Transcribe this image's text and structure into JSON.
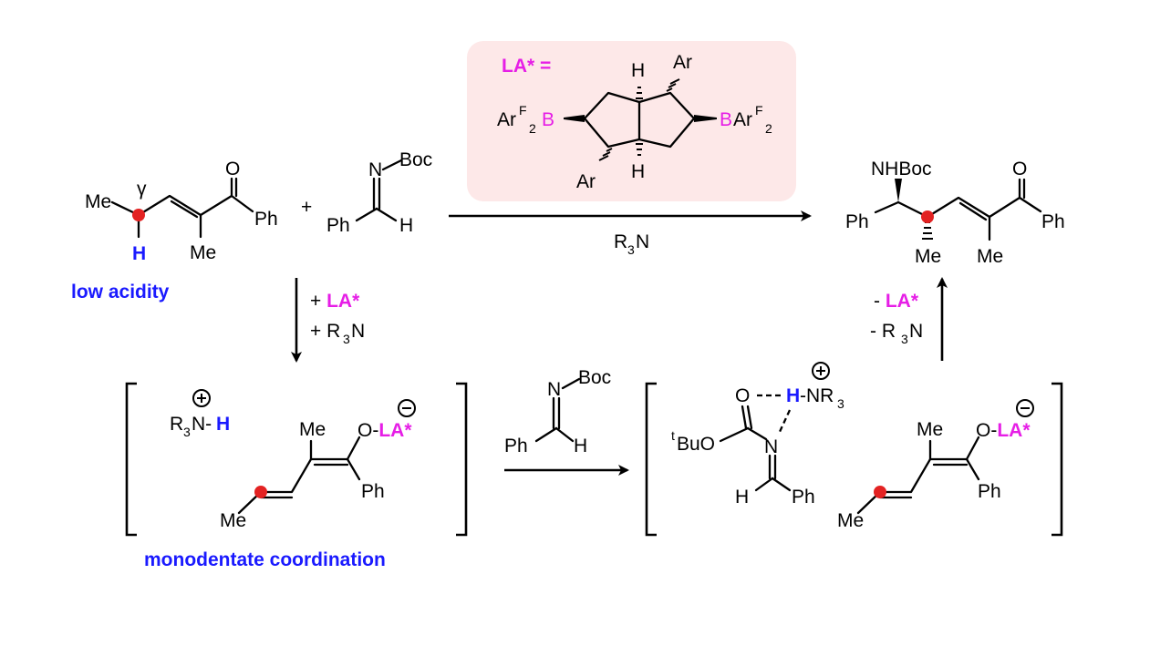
{
  "colors": {
    "blue": "#1a1aff",
    "magenta": "#e61ee6",
    "box_bg": "#fde8e8",
    "radical_dot": "#e32222"
  },
  "catalyst_box": {
    "label": "LA* =",
    "ar": "Ar",
    "h": "H",
    "b": "B",
    "ar_f": "Ar",
    "f": "F",
    "two": "2"
  },
  "substrate": {
    "me": "Me",
    "gamma": "γ",
    "h": "H",
    "o": "O",
    "ph": "Ph",
    "me2": "Me",
    "note": "low acidity"
  },
  "imine": {
    "n": "N",
    "boc": "Boc",
    "ph": "Ph",
    "h": "H",
    "plus": "+"
  },
  "main_reagent": {
    "r": "R",
    "three": "3",
    "n": "N"
  },
  "product": {
    "nhboc": "NHBoc",
    "o": "O",
    "ph_left": "Ph",
    "ph_right": "Ph",
    "me1": "Me",
    "me2": "Me"
  },
  "step_down": {
    "plus": "+ ",
    "la": "LA*",
    "r3n_prefix": "+ R",
    "three": "3",
    "n": "N"
  },
  "step_up": {
    "minus": "- ",
    "la": "LA*",
    "r3n_prefix": "- R",
    "three": "3",
    "n": "N"
  },
  "intermediate1": {
    "ammonium_r": "R",
    "three": "3",
    "ammonium_n": "N-",
    "h": "H",
    "me": "Me",
    "o": "O-",
    "la": "LA*",
    "ph": "Ph",
    "me2": "Me",
    "note": "monodentate coordination"
  },
  "imine2": {
    "n": "N",
    "boc": "Boc",
    "ph": "Ph",
    "h": "H"
  },
  "intermediate2": {
    "o": "O",
    "h": "H",
    "nr": "-NR",
    "three": "3",
    "tbu_t": "t",
    "tbu": "BuO",
    "n": "N",
    "h2": "H",
    "ph": "Ph",
    "me": "Me",
    "o2": "O-",
    "la": "LA*",
    "ph2": "Ph",
    "me2": "Me"
  }
}
